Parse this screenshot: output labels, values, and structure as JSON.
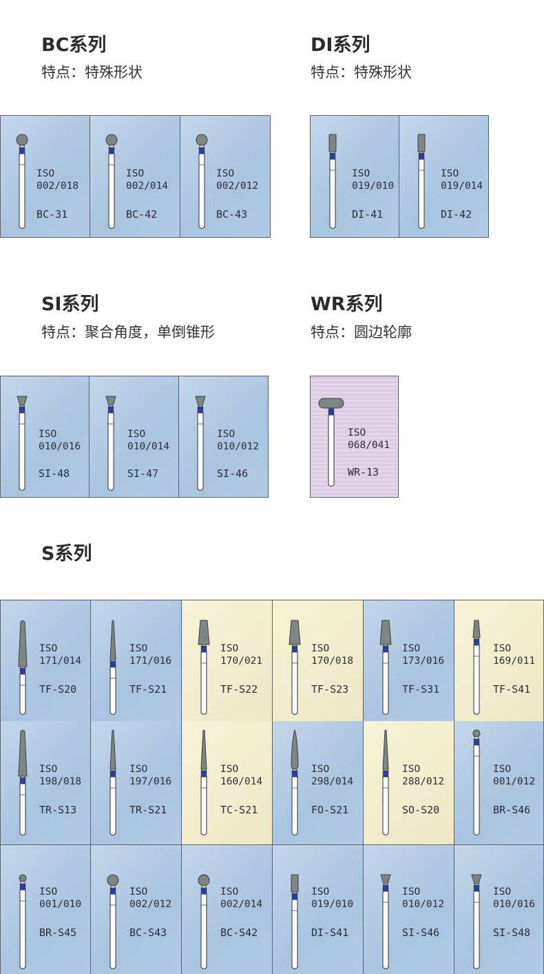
{
  "sections": {
    "bc": {
      "title": "BC系列",
      "subtitle": "特点：特殊形状"
    },
    "di": {
      "title": "DI系列",
      "subtitle": "特点：特殊形状"
    },
    "si": {
      "title": "SI系列",
      "subtitle": "特点：聚合角度，单倒锥形"
    },
    "wr": {
      "title": "WR系列",
      "subtitle": "特点：圆边轮廓"
    },
    "s": {
      "title": "S系列"
    }
  },
  "panels": {
    "bc": [
      {
        "iso_label": "ISO",
        "iso_code": "002/018",
        "model": "BC-31",
        "head": "ball"
      },
      {
        "iso_label": "ISO",
        "iso_code": "002/014",
        "model": "BC-42",
        "head": "ball"
      },
      {
        "iso_label": "ISO",
        "iso_code": "002/012",
        "model": "BC-43",
        "head": "ball"
      }
    ],
    "di": [
      {
        "iso_label": "ISO",
        "iso_code": "019/010",
        "model": "DI-41",
        "head": "cylinder"
      },
      {
        "iso_label": "ISO",
        "iso_code": "019/014",
        "model": "DI-42",
        "head": "cylinder"
      }
    ],
    "si": [
      {
        "iso_label": "ISO",
        "iso_code": "010/016",
        "model": "SI-48",
        "head": "invcone"
      },
      {
        "iso_label": "ISO",
        "iso_code": "010/014",
        "model": "SI-47",
        "head": "invcone"
      },
      {
        "iso_label": "ISO",
        "iso_code": "010/012",
        "model": "SI-46",
        "head": "invcone"
      }
    ],
    "wr": [
      {
        "iso_label": "ISO",
        "iso_code": "068/041",
        "model": "WR-13",
        "head": "wheel"
      }
    ],
    "s": [
      [
        {
          "iso_label": "ISO",
          "iso_code": "171/014",
          "model": "TF-S20",
          "head": "longtaper",
          "bg": "blue"
        },
        {
          "iso_label": "ISO",
          "iso_code": "171/016",
          "model": "TF-S21",
          "head": "needle",
          "bg": "blue"
        },
        {
          "iso_label": "ISO",
          "iso_code": "170/021",
          "model": "TF-S22",
          "head": "flattaper",
          "bg": "yellow"
        },
        {
          "iso_label": "ISO",
          "iso_code": "170/018",
          "model": "TF-S23",
          "head": "flattaper",
          "bg": "yellow"
        },
        {
          "iso_label": "ISO",
          "iso_code": "173/016",
          "model": "TF-S31",
          "head": "flattaper",
          "bg": "blue"
        },
        {
          "iso_label": "ISO",
          "iso_code": "169/011",
          "model": "TF-S41",
          "head": "shorttaper",
          "bg": "yellow"
        }
      ],
      [
        {
          "iso_label": "ISO",
          "iso_code": "198/018",
          "model": "TR-S13",
          "head": "longtaper",
          "bg": "blue"
        },
        {
          "iso_label": "ISO",
          "iso_code": "197/016",
          "model": "TR-S21",
          "head": "needle",
          "bg": "blue"
        },
        {
          "iso_label": "ISO",
          "iso_code": "160/014",
          "model": "TC-S21",
          "head": "needle",
          "bg": "yellow"
        },
        {
          "iso_label": "ISO",
          "iso_code": "298/014",
          "model": "FO-S21",
          "head": "flame",
          "bg": "blue"
        },
        {
          "iso_label": "ISO",
          "iso_code": "288/012",
          "model": "SO-S20",
          "head": "needle",
          "bg": "yellow"
        },
        {
          "iso_label": "ISO",
          "iso_code": "001/012",
          "model": "BR-S46",
          "head": "smallball",
          "bg": "blue"
        }
      ],
      [
        {
          "iso_label": "ISO",
          "iso_code": "001/010",
          "model": "BR-S45",
          "head": "smallball",
          "bg": "blue"
        },
        {
          "iso_label": "ISO",
          "iso_code": "002/012",
          "model": "BC-S43",
          "head": "ball",
          "bg": "blue"
        },
        {
          "iso_label": "ISO",
          "iso_code": "002/014",
          "model": "BC-S42",
          "head": "ball",
          "bg": "blue"
        },
        {
          "iso_label": "ISO",
          "iso_code": "019/010",
          "model": "DI-S41",
          "head": "cylinder",
          "bg": "blue"
        },
        {
          "iso_label": "ISO",
          "iso_code": "010/012",
          "model": "SI-S46",
          "head": "invcone",
          "bg": "blue"
        },
        {
          "iso_label": "ISO",
          "iso_code": "010/016",
          "model": "SI-S48",
          "head": "invcone",
          "bg": "blue"
        }
      ]
    ]
  },
  "colors": {
    "diamond_head": "#7e8683",
    "blue_band": "#2a3f9e",
    "shank": "#ffffff",
    "outline": "#3a3f46",
    "cell_blue": "#b3cbe4",
    "cell_yellow": "#f0ecce",
    "cell_pink": "#e0d0e6"
  }
}
